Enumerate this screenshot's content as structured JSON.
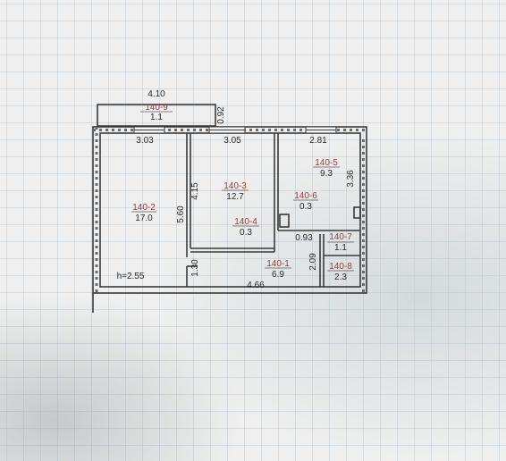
{
  "plan": {
    "ceiling_height": "h=2.55",
    "rooms": [
      {
        "code": "140-1",
        "area": "6.9"
      },
      {
        "code": "140-2",
        "area": "17.0"
      },
      {
        "code": "140-3",
        "area": "12.7"
      },
      {
        "code": "140-4",
        "area": "0.3"
      },
      {
        "code": "140-5",
        "area": "9.3"
      },
      {
        "code": "140-6",
        "area": "0.3"
      },
      {
        "code": "140-7",
        "area": "1.1"
      },
      {
        "code": "140-8",
        "area": "2.3"
      },
      {
        "code": "140-9",
        "area": "1.1"
      }
    ],
    "dimensions": {
      "balcony_width": "4.10",
      "balcony_depth": "0.92",
      "room2_width": "3.03",
      "room3_width": "3.05",
      "room5_width": "2.81",
      "room2_length": "5.60",
      "room3_length": "4.15",
      "room5_length": "3.36",
      "hall_length": "4.66",
      "hall_width": "1.30",
      "wc_width": "0.93",
      "bath_length": "2.09"
    }
  },
  "colors": {
    "line": "#3a3a3a",
    "code": "#9a3b3b",
    "text": "#2a2a2a"
  }
}
